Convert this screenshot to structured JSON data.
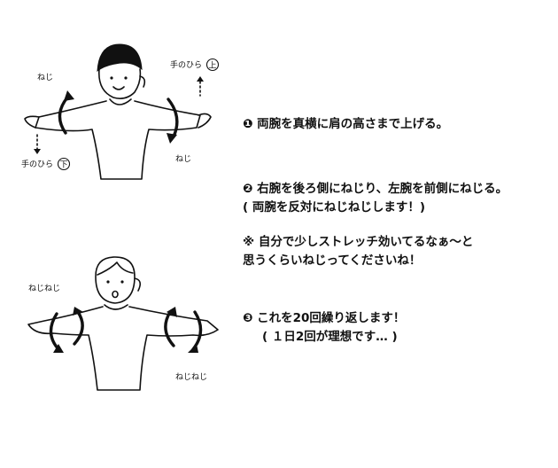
{
  "figures": {
    "top": {
      "label_twist_left": "ねじ",
      "label_twist_right": "ねじ",
      "label_palm_up": "手のひら",
      "label_palm_up_mark": "上",
      "label_palm_down": "手のひら",
      "label_palm_down_mark": "下"
    },
    "bottom": {
      "label_twist_left": "ねじねじ",
      "label_twist_right": "ねじねじ"
    }
  },
  "steps": {
    "step1": {
      "num": "❶",
      "text": "両腕を真横に肩の高さまで上げる。"
    },
    "step2": {
      "num": "❷",
      "line1": "右腕を後ろ側にねじり、左腕を前側にねじる。",
      "line2": "( 両腕を反対にねじねじします！)"
    },
    "note": {
      "line1": "※ 自分で少しストレッチ効いてるなぁ〜と",
      "line2": "思うくらいねじってくださいね！"
    },
    "step3": {
      "num": "❸",
      "line1": "これを20回繰り返します！",
      "line2": "( １日2回が理想です… )"
    }
  }
}
